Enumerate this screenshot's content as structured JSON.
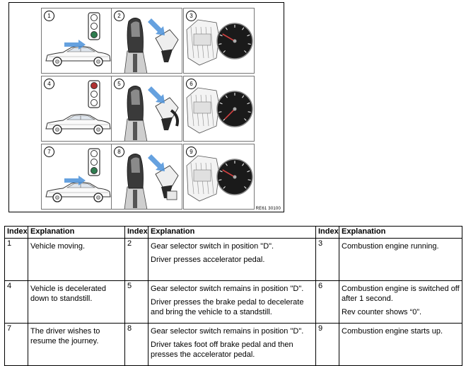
{
  "figure": {
    "code": "RE61 30100",
    "panels": [
      {
        "number": "1",
        "kind": "car-light",
        "light": "green",
        "arrow": true
      },
      {
        "number": "2",
        "kind": "gear-pedal",
        "pedal": "accelerator"
      },
      {
        "number": "3",
        "kind": "engine-gauge",
        "needle": "running"
      },
      {
        "number": "4",
        "kind": "car-light",
        "light": "red",
        "arrow": false
      },
      {
        "number": "5",
        "kind": "gear-pedal",
        "pedal": "brake"
      },
      {
        "number": "6",
        "kind": "engine-gauge",
        "needle": "zero"
      },
      {
        "number": "7",
        "kind": "car-light",
        "light": "green",
        "arrow": true
      },
      {
        "number": "8",
        "kind": "gear-pedal",
        "pedal": "switch"
      },
      {
        "number": "9",
        "kind": "engine-gauge",
        "needle": "running"
      }
    ]
  },
  "table": {
    "headers": [
      "Index",
      "Explanation",
      "Index",
      "Explanation",
      "Index",
      "Explanation"
    ],
    "rows": [
      [
        {
          "index": "1",
          "lines": [
            "Vehicle moving."
          ]
        },
        {
          "index": "2",
          "lines": [
            "Gear selector switch in position \"D\".",
            "Driver presses accelerator pedal."
          ]
        },
        {
          "index": "3",
          "lines": [
            "Combustion engine running."
          ]
        }
      ],
      [
        {
          "index": "4",
          "lines": [
            "Vehicle is decelerated down to standstill."
          ]
        },
        {
          "index": "5",
          "lines": [
            "Gear selector switch remains in position \"D\".",
            "Driver presses the brake pedal to decelerate and bring the vehicle to a standstill."
          ]
        },
        {
          "index": "6",
          "lines": [
            "Combustion engine is switched off after 1 second.",
            "Rev counter shows “0”."
          ]
        }
      ],
      [
        {
          "index": "7",
          "lines": [
            "The driver wishes to resume the journey."
          ]
        },
        {
          "index": "8",
          "lines": [
            "Gear selector switch remains in position \"D\".",
            "Driver takes foot off brake pedal and then presses the accelerator pedal."
          ]
        },
        {
          "index": "9",
          "lines": [
            "Combustion engine starts up."
          ]
        }
      ]
    ]
  },
  "colors": {
    "light_green": "#2e7d4f",
    "light_red": "#b03030",
    "light_off": "#ffffff",
    "arrow_blue": "#4a90d9",
    "gauge_face": "#1a1a1a",
    "gauge_needle": "#d04040"
  }
}
